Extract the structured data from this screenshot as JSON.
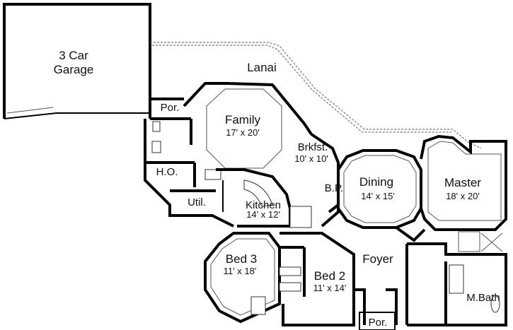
{
  "rooms": {
    "garage": {
      "name_line1": "3 Car",
      "name_line2": "Garage"
    },
    "lanai": {
      "name": "Lanai"
    },
    "porch_back": {
      "name": "Por."
    },
    "family": {
      "name": "Family",
      "dims": "17' x 20'"
    },
    "brkfst": {
      "name": "Brkfst.",
      "dims": "10' x 10'"
    },
    "dining": {
      "name": "Dining",
      "dims": "14' x 15'"
    },
    "master": {
      "name": "Master",
      "dims": "18' x 20'"
    },
    "ho": {
      "name": "H.O."
    },
    "util": {
      "name": "Util."
    },
    "kitchen": {
      "name": "Kitchen",
      "dims": "14' x 12'"
    },
    "bp": {
      "name": "B.P."
    },
    "bed3": {
      "name": "Bed 3",
      "dims": "11' x 18'"
    },
    "bed2": {
      "name": "Bed 2",
      "dims": "11' x 14'"
    },
    "foyer": {
      "name": "Foyer"
    },
    "porch_front": {
      "name": "Por."
    },
    "mbath": {
      "name": "M.Bath"
    }
  }
}
